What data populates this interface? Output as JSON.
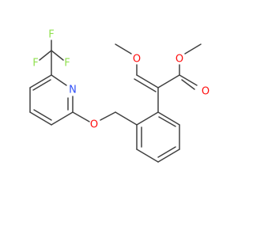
{
  "molecule": {
    "colors": {
      "carbon_bond": "#404040",
      "oxygen": "#ff0d0d",
      "nitrogen": "#3050f8",
      "fluorine": "#90e050",
      "background": "#ffffff"
    },
    "atoms": {
      "f_top": "F",
      "f_left": "F",
      "f_right": "F",
      "n_pyridine": "N",
      "o_ether": "O",
      "o_methoxy": "O",
      "o_ester": "O",
      "o_carbonyl": "O"
    }
  }
}
